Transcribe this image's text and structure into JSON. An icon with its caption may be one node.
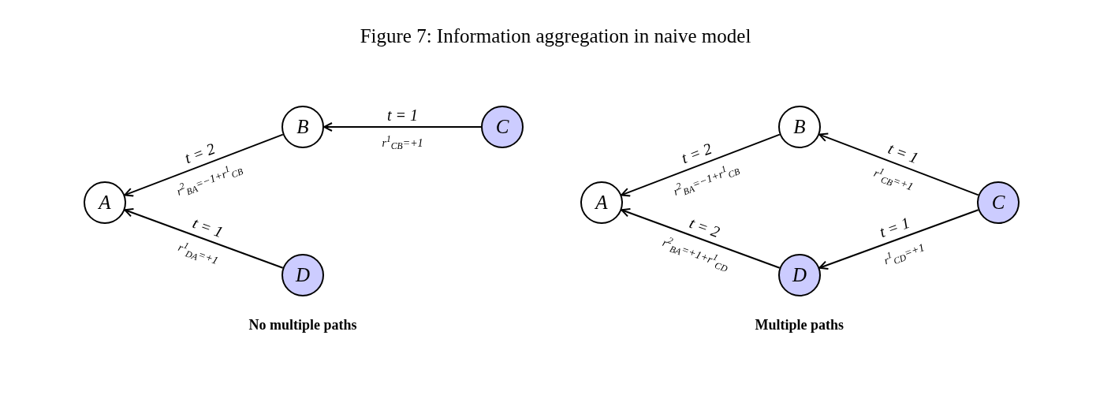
{
  "diagram": {
    "title": "Figure 7: Information aggregation in naive model",
    "nodes": [
      {
        "text": [
          "A"
        ]
      },
      {
        "text": [
          "B"
        ]
      },
      {
        "text": [
          "C"
        ]
      },
      {
        "text": [
          "D"
        ]
      },
      {
        "text": [
          "A"
        ]
      },
      {
        "text": [
          "B"
        ]
      },
      {
        "text": [
          "C"
        ]
      },
      {
        "text": [
          "D"
        ]
      }
    ],
    "edges": [
      {
        "from": 2,
        "to": 1,
        "arrow": "to",
        "label": "t = 1"
      },
      {
        "from": 1,
        "to": 0,
        "arrow": "to",
        "label": "t = 2"
      },
      {
        "from": 3,
        "to": 0,
        "arrow": "to",
        "label": "t = 1"
      },
      {
        "from": 5,
        "to": 4,
        "arrow": "to",
        "label": "t = 2"
      },
      {
        "from": 6,
        "to": 5,
        "arrow": "to",
        "label": "t = 1"
      },
      {
        "from": 7,
        "to": 4,
        "arrow": "to",
        "label": "t = 2"
      },
      {
        "from": 6,
        "to": 7,
        "arrow": "to",
        "label": "t = 1"
      }
    ],
    "labels": [
      "r$^{1}$$_{CB}$=+1",
      "r$^{2}$$_{BA}$=−1+r$^{1}$$_{CB}$",
      "r$^{1}$$_{DA}$=+1",
      "r$^{2}$$_{BA}$=−1+r$^{1}$$_{CB}$",
      "r$^{1}$$_{CB}$=+1",
      "r$^{2}$$_{BA}$=+1+r$^{1}$$_{CD}$",
      "r$^{1}$$_{CD}$=+1",
      "No multiple paths",
      "Multiple paths"
    ]
  }
}
